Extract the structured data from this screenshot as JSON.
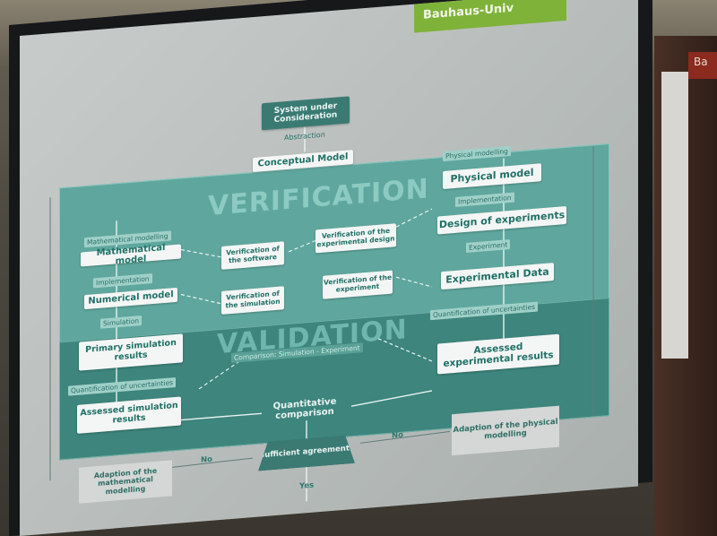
{
  "brand": "Bauhaus-Univ",
  "right_banner": "Ba",
  "diagram": {
    "system": "System under Consideration",
    "abstraction": "Abstraction",
    "conceptual_model": "Conceptual Model",
    "verification_title": "VERIFICATION",
    "validation_title": "VALIDATION",
    "left": {
      "mathematical_modelling": "Mathematical modelling",
      "mathematical_model": "Mathematical model",
      "implementation": "Implementation",
      "numerical_model": "Numerical model",
      "simulation": "Simulation",
      "primary_results": "Primary simulation results",
      "quantification": "Quantification of uncertainties",
      "assessed_results": "Assessed simulation results"
    },
    "middle": {
      "verif_software": "Verification of the software",
      "verif_simulation": "Verification of the simulation",
      "verif_exp_design": "Verification of the experimental design",
      "verif_experiment": "Verification of the experiment",
      "comparison_tag": "Comparison: Simulation - Experiment",
      "quantitative": "Quantitative comparison"
    },
    "right": {
      "physical_modelling": "Physical modelling",
      "physical_model": "Physical model",
      "implementation": "Implementation",
      "design_experiments": "Design of experiments",
      "experiment": "Experiment",
      "experimental_data": "Experimental Data",
      "quantification": "Quantification of uncertainties",
      "assessed_results": "Assessed experimental results"
    },
    "decision": "Sufficient agreement?",
    "no_left": "No",
    "no_right": "No",
    "yes": "Yes",
    "adaption_math": "Adaption of the mathematical modelling",
    "adaption_phys": "Adaption of the physical modelling"
  }
}
